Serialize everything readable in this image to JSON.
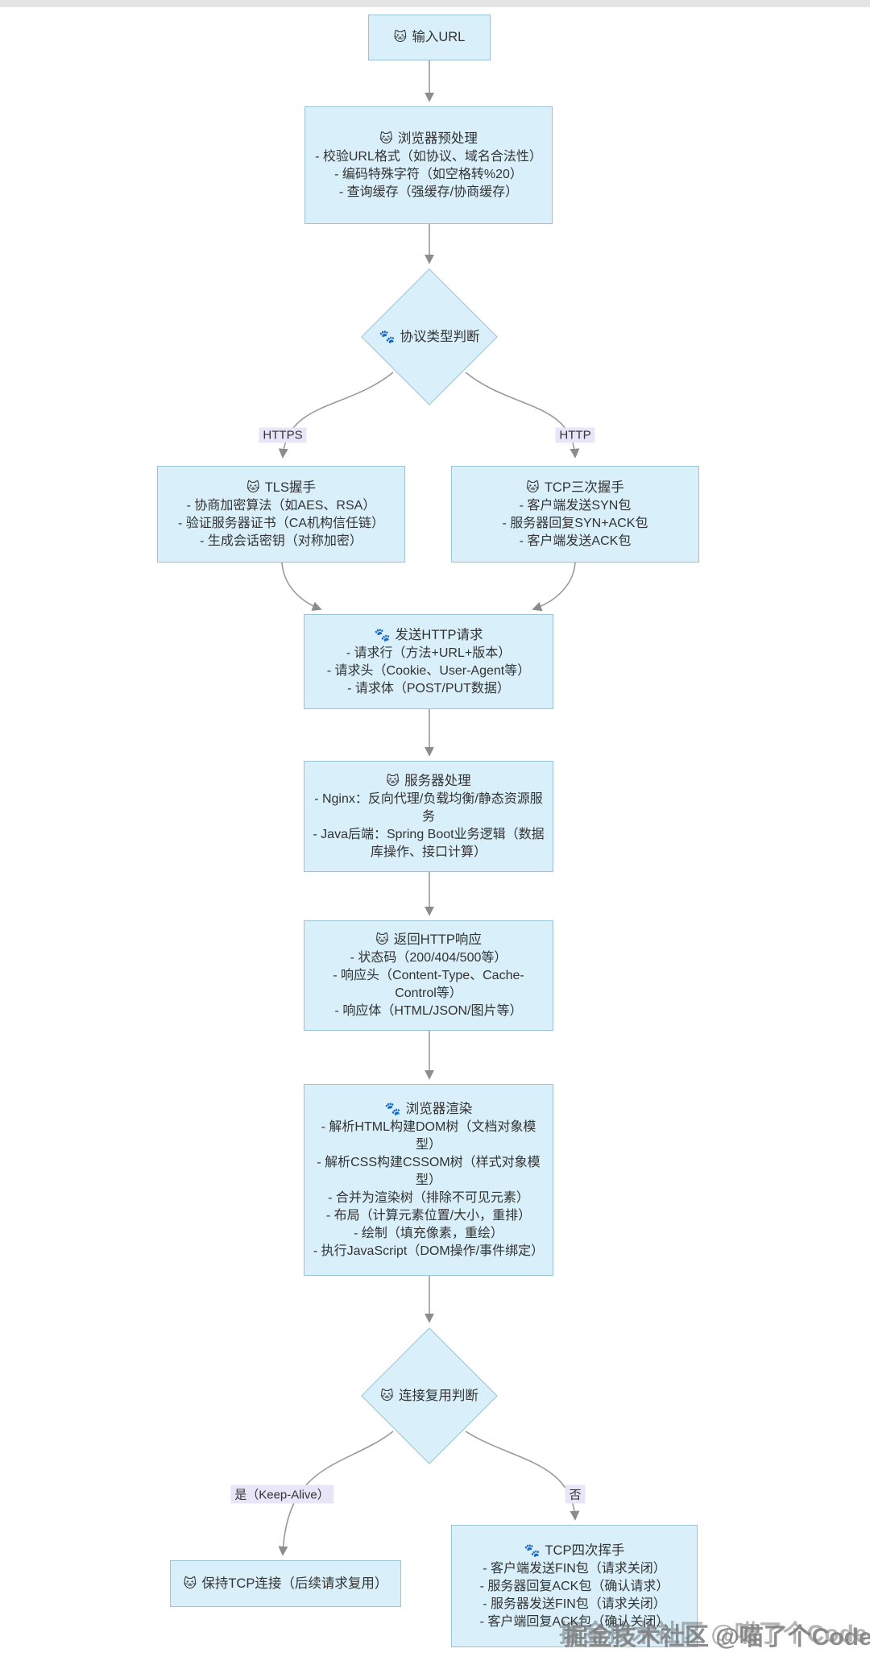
{
  "flowchart": {
    "nodes": {
      "input_url": {
        "icon": "🐱",
        "title": "输入URL"
      },
      "preprocess": {
        "icon": "🐱",
        "title": "浏览器预处理",
        "lines": [
          "- 校验URL格式（如协议、域名合法性）",
          "- 编码特殊字符（如空格转%20）",
          "- 查询缓存（强缓存/协商缓存）"
        ]
      },
      "protocol_decision": {
        "icon": "🐾",
        "title": "协议类型判断"
      },
      "tls_handshake": {
        "icon": "🐱",
        "title": "TLS握手",
        "lines": [
          "- 协商加密算法（如AES、RSA）",
          "- 验证服务器证书（CA机构信任链）",
          "- 生成会话密钥（对称加密）"
        ]
      },
      "tcp_handshake": {
        "icon": "🐱",
        "title": "TCP三次握手",
        "lines": [
          "- 客户端发送SYN包",
          "- 服务器回复SYN+ACK包",
          "- 客户端发送ACK包"
        ]
      },
      "send_request": {
        "icon": "🐾",
        "title": "发送HTTP请求",
        "lines": [
          "- 请求行（方法+URL+版本）",
          "- 请求头（Cookie、User-Agent等）",
          "- 请求体（POST/PUT数据）"
        ]
      },
      "server_process": {
        "icon": "🐱",
        "title": "服务器处理",
        "lines": [
          "- Nginx：反向代理/负载均衡/静态资源服务",
          "- Java后端：Spring Boot业务逻辑（数据库操作、接口计算）"
        ]
      },
      "http_response": {
        "icon": "🐱",
        "title": "返回HTTP响应",
        "lines": [
          "- 状态码（200/404/500等）",
          "- 响应头（Content-Type、Cache-Control等）",
          "- 响应体（HTML/JSON/图片等）"
        ]
      },
      "browser_render": {
        "icon": "🐾",
        "title": "浏览器渲染",
        "lines": [
          "- 解析HTML构建DOM树（文档对象模型）",
          "- 解析CSS构建CSSOM树（样式对象模型）",
          "- 合并为渲染树（排除不可见元素）",
          "- 布局（计算元素位置/大小，重排）",
          "- 绘制（填充像素，重绘）",
          "- 执行JavaScript（DOM操作/事件绑定）"
        ]
      },
      "reuse_decision": {
        "icon": "🐱",
        "title": "连接复用判断"
      },
      "keep_tcp": {
        "icon": "🐱",
        "title": "保持TCP连接（后续请求复用）"
      },
      "tcp_wave": {
        "icon": "🐾",
        "title": "TCP四次挥手",
        "lines": [
          "- 客户端发送FIN包（请求关闭）",
          "- 服务器回复ACK包（确认请求）",
          "- 服务器发送FIN包（请求关闭）",
          "- 客户端回复ACK包（确认关闭）"
        ]
      }
    },
    "edge_labels": {
      "https": "HTTPS",
      "http": "HTTP",
      "keep_alive": "是（Keep-Alive）",
      "no": "否"
    },
    "colors": {
      "node_fill": "#d9eff9",
      "node_border": "#9cc3d5",
      "edge": "#999999",
      "edge_label_bg": "#e9e5f8",
      "text": "#333333",
      "watermark": "#7d7d7d"
    },
    "watermark": "掘金技术社区 @喵了个Code"
  }
}
